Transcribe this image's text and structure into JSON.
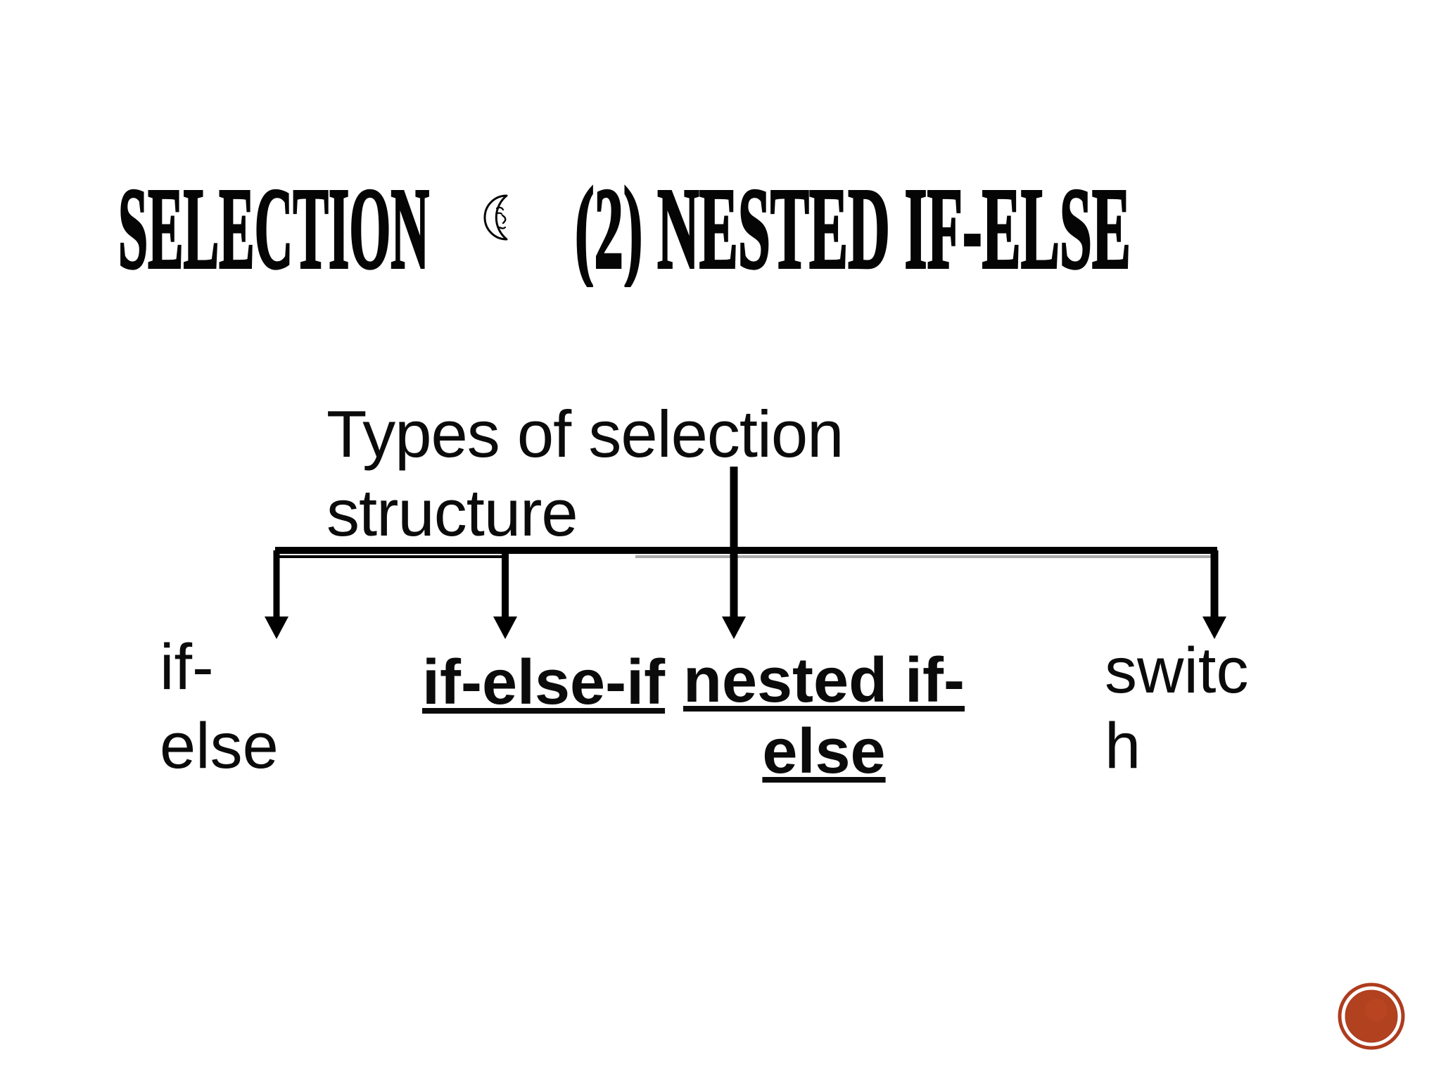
{
  "slide": {
    "background_color": "#ffffff",
    "title": {
      "part1": "SELECTION",
      "part2": "(2) NESTED IF-ELSE",
      "icon": "crescent-moon-face-icon"
    },
    "diagram": {
      "root_label": {
        "line1": "Types of selection",
        "line2": "structure"
      },
      "connector_color": "#000000",
      "branches": [
        {
          "name": "if-else",
          "line1": "if-",
          "line2": "else",
          "emphasized": false
        },
        {
          "name": "if-else-if",
          "line1": "if-else-if",
          "emphasized": true
        },
        {
          "name": "nested-if-else",
          "line1": "nested if-",
          "line2": "else",
          "emphasized": true
        },
        {
          "name": "switch",
          "line1": "switc",
          "line2": "h",
          "emphasized": false
        }
      ]
    },
    "decoration": {
      "badge_color": "#ae3c1e",
      "badge_inner_color": "#b2411f",
      "badge_ring_color": "#ffffff"
    }
  }
}
